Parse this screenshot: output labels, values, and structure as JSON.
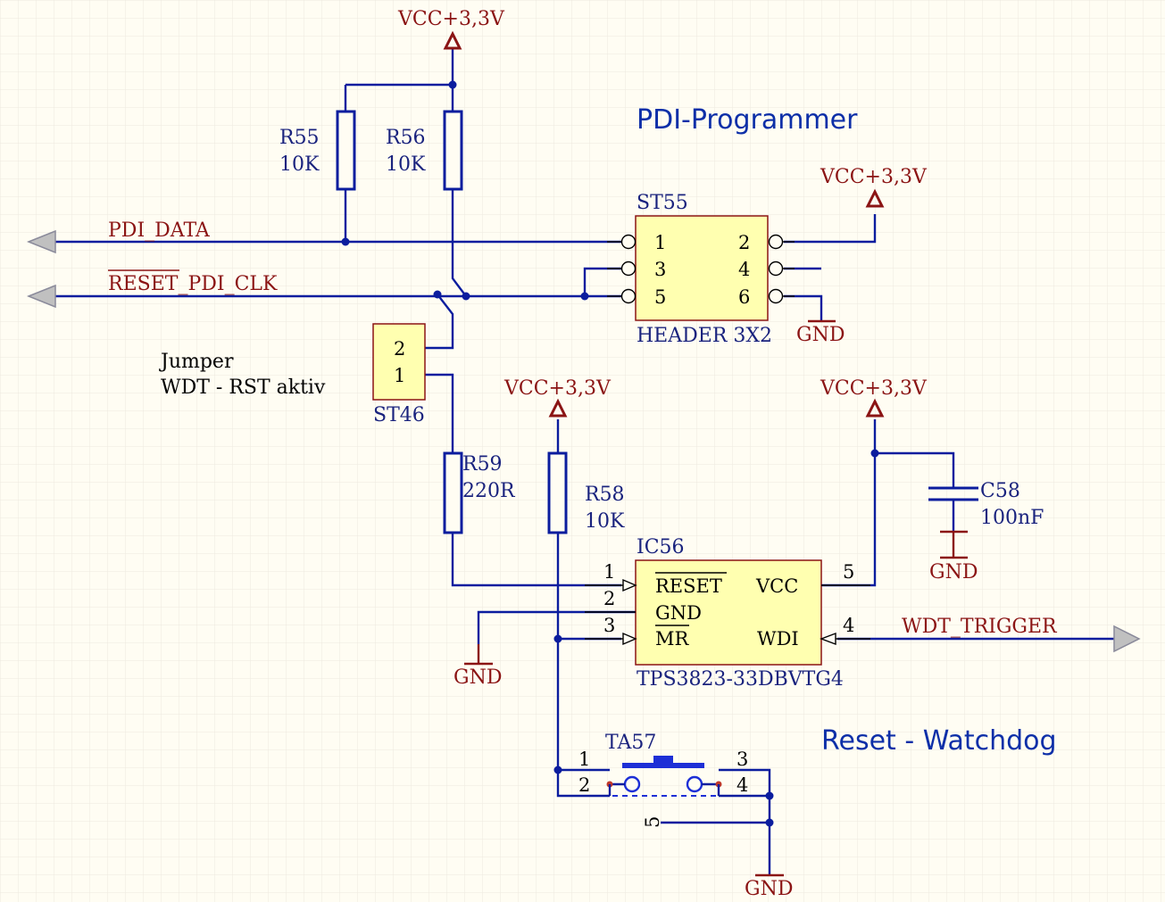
{
  "titles": {
    "pdi_programmer": "PDI-Programmer",
    "reset_watchdog": "Reset - Watchdog"
  },
  "power": {
    "vcc": "VCC+3,3V",
    "gnd": "GND"
  },
  "nets": {
    "pdi_data": "PDI_DATA",
    "reset_pdi_clk_overbar": "RESET",
    "reset_pdi_clk_rest": "_PDI_CLK",
    "wdt_trigger": "WDT_TRIGGER"
  },
  "components": {
    "r55": {
      "ref": "R55",
      "value": "10K"
    },
    "r56": {
      "ref": "R56",
      "value": "10K"
    },
    "r58": {
      "ref": "R58",
      "value": "10K"
    },
    "r59": {
      "ref": "R59",
      "value": "220R"
    },
    "c58": {
      "ref": "C58",
      "value": "100nF"
    },
    "st55": {
      "ref": "ST55",
      "type": "HEADER 3X2",
      "pins": [
        "1",
        "2",
        "3",
        "4",
        "5",
        "6"
      ]
    },
    "st46": {
      "ref": "ST46",
      "pins": [
        "2",
        "1"
      ]
    },
    "ic56": {
      "ref": "IC56",
      "part": "TPS3823-33DBVTG4",
      "pin_reset": "RESET",
      "pin_gnd": "GND",
      "pin_mr": "MR",
      "pin_vcc": "VCC",
      "pin_wdi": "WDI",
      "pin_numbers": [
        "1",
        "2",
        "3",
        "4",
        "5"
      ]
    },
    "ta57": {
      "ref": "TA57",
      "pins": [
        "1",
        "2",
        "3",
        "4",
        "5"
      ]
    }
  },
  "notes": {
    "jumper_line1": "Jumper",
    "jumper_line2": "WDT - RST aktiv"
  },
  "colors": {
    "background": "#fffdf3",
    "wire": "#0b1d9e",
    "power": "#8b1414",
    "component_fill": "#ffffb0",
    "grid": "#e9e6dc"
  }
}
